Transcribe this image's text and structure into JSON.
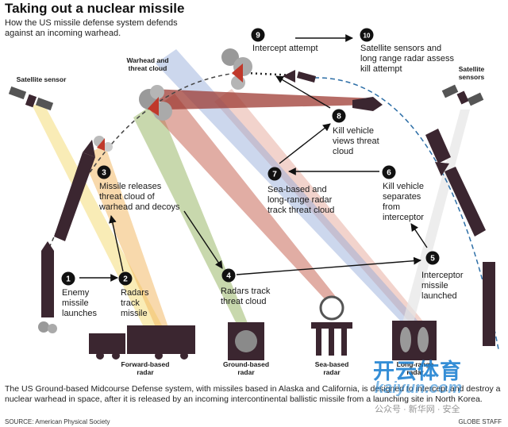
{
  "title": "Taking out a nuclear missile",
  "subtitle": "How the US missile defense system defends against an incoming warhead.",
  "steps": [
    {
      "n": "1",
      "label": "Enemy missile launches"
    },
    {
      "n": "2",
      "label": "Radars track missile"
    },
    {
      "n": "3",
      "label": "Missile releases threat cloud of warhead and decoys"
    },
    {
      "n": "4",
      "label": "Radars track threat cloud"
    },
    {
      "n": "5",
      "label": "Interceptor missile launched"
    },
    {
      "n": "6",
      "label": "Kill vehicle separates from interceptor"
    },
    {
      "n": "7",
      "label": "Sea-based and long-range radar track threat cloud"
    },
    {
      "n": "8",
      "label": "Kill vehicle views threat cloud"
    },
    {
      "n": "9",
      "label": "Intercept attempt"
    },
    {
      "n": "10",
      "label": "Satellite sensors and long range radar assess kill attempt"
    }
  ],
  "labels": {
    "satellite_sensor": "Satellite sensor",
    "satellite_sensors": "Satellite sensors",
    "warhead_cloud": "Warhead and threat cloud",
    "forward_radar": "Forward-based radar",
    "ground_radar": "Ground-based radar",
    "sea_radar": "Sea-based radar",
    "long_range_radar": "Long-range radar"
  },
  "footer": "The US Ground-based Midcourse Defense system, with missiles based in Alaska and California, is designed to intercept and destroy a nuclear warhead in space, after it is released by an incoming intercontinental ballistic missile from a launching site in North Korea.",
  "source": "SOURCE: American Physical Society",
  "credit": "GLOBE STAFF",
  "watermark": {
    "cn": "开云体育",
    "en": "kaiyun.com",
    "sub": "公众号 · 新华网 · 安全"
  },
  "colors": {
    "dark": "#3b2630",
    "red": "#c0392b",
    "blue": "#2e6fa7",
    "gray": "#7a7a7a"
  }
}
